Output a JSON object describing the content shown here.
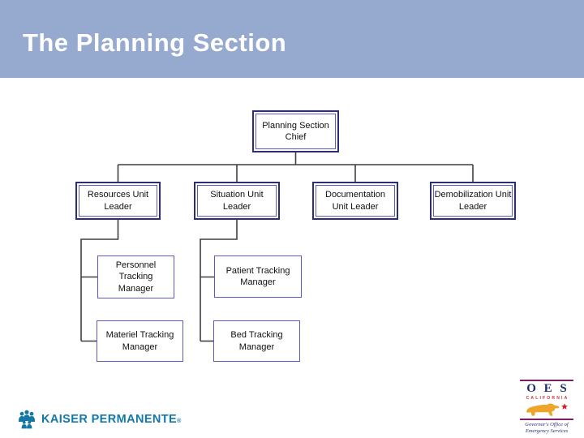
{
  "slide": {
    "title": "The Planning Section"
  },
  "org_chart": {
    "nodes": [
      {
        "id": "chief",
        "label": "Planning Section Chief",
        "level": 1,
        "parent": null
      },
      {
        "id": "resources",
        "label": "Resources Unit Leader",
        "level": 2,
        "parent": "chief"
      },
      {
        "id": "situation",
        "label": "Situation Unit Leader",
        "level": 2,
        "parent": "chief"
      },
      {
        "id": "documentation",
        "label": "Documentation Unit Leader",
        "level": 2,
        "parent": "chief"
      },
      {
        "id": "demobilization",
        "label": "Demobilization Unit Leader",
        "level": 2,
        "parent": "chief"
      },
      {
        "id": "personnel",
        "label": "Personnel Tracking Manager",
        "level": 3,
        "parent": "resources"
      },
      {
        "id": "patient",
        "label": "Patient Tracking Manager",
        "level": 3,
        "parent": "situation"
      },
      {
        "id": "materiel",
        "label": "Materiel Tracking Manager",
        "level": 3,
        "parent": "resources"
      },
      {
        "id": "bed",
        "label": "Bed Tracking Manager",
        "level": 3,
        "parent": "situation"
      }
    ]
  },
  "footer": {
    "kaiser": {
      "brand": "KAISER PERMANENTE",
      "reg_mark": "®"
    },
    "oes": {
      "acronym": "O E S",
      "state": "CALIFORNIA",
      "caption_line1": "Governor's Office of",
      "caption_line2": "Emergency Services"
    }
  },
  "colors": {
    "header_bg": "#96A9CE",
    "header_text": "#FFFFFF",
    "box_border_outer": "#2D2D7A",
    "box_border_inner": "#5B5BC2",
    "connector": "#3F3F3F",
    "kaiser_blue": "#1478A6",
    "oes_navy": "#1D2D6E",
    "oes_red": "#C83232",
    "oes_gold": "#EEA62A",
    "oes_maroon": "#7D1F62"
  }
}
